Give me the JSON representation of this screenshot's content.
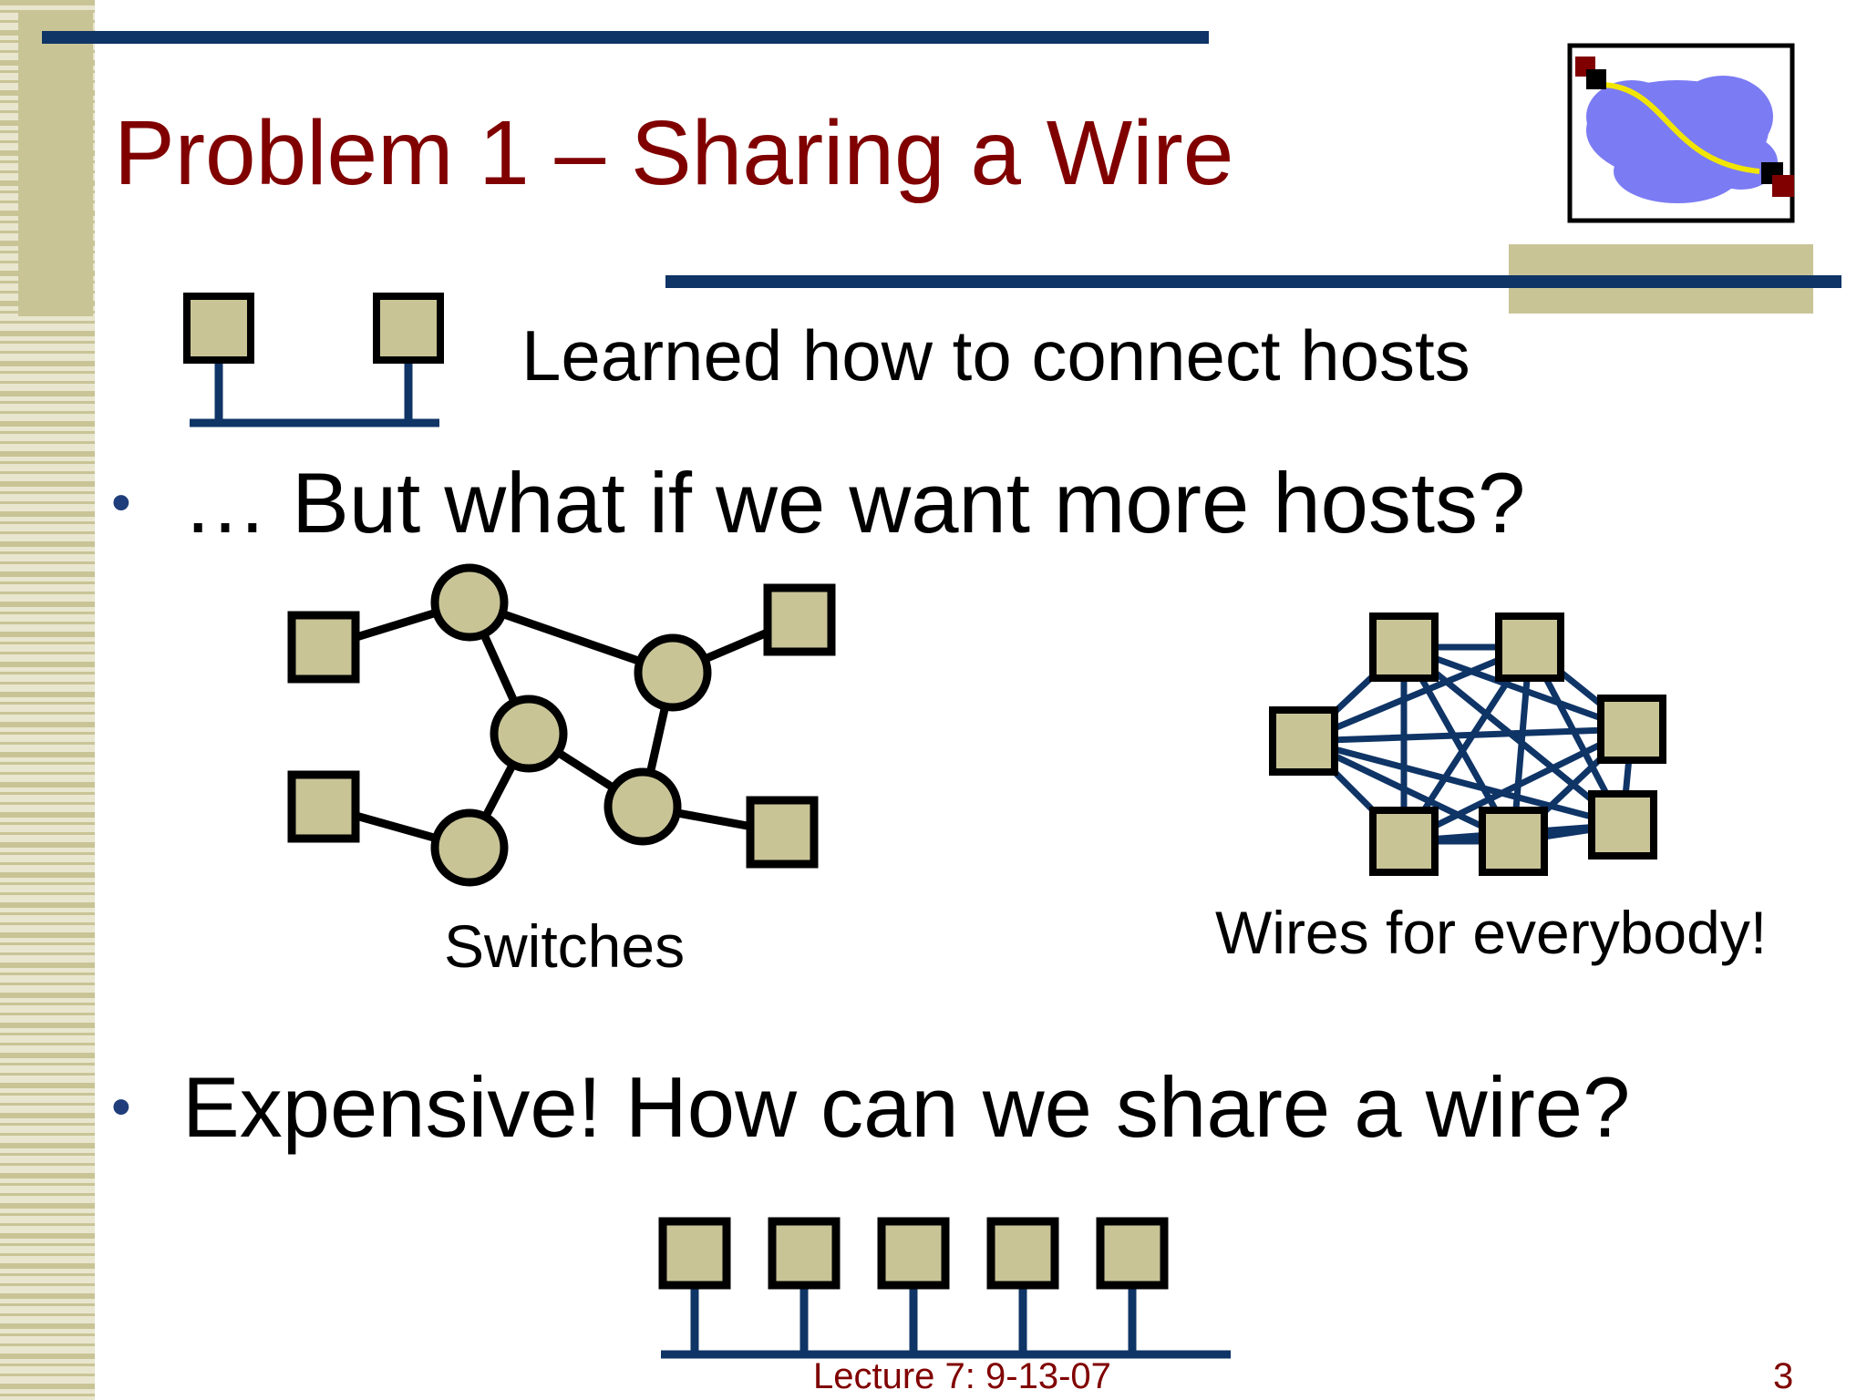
{
  "slide": {
    "title": "Problem 1 – Sharing a Wire",
    "subtitle": "Learned how to connect hosts",
    "bullets": [
      {
        "marker": "•",
        "text": "… But what if we want more hosts?"
      },
      {
        "marker": "•",
        "text": "Expensive! How can we share a wire?"
      }
    ],
    "captions": {
      "switches": "Switches",
      "mesh": "Wires for everybody!"
    },
    "footer": {
      "lecture": "Lecture 7: 9-13-07",
      "page": "3"
    }
  },
  "colors": {
    "title": "#800000",
    "rule": "#0f3466",
    "accent_khaki": "#c9c496",
    "host_fill": "#c9c496",
    "outline": "#000000",
    "cloud": "#7b7bf4",
    "path": "#f2e600"
  },
  "icons": {
    "logo": "network-cloud-icon",
    "host": "host-square-icon",
    "switch": "switch-circle-icon"
  }
}
